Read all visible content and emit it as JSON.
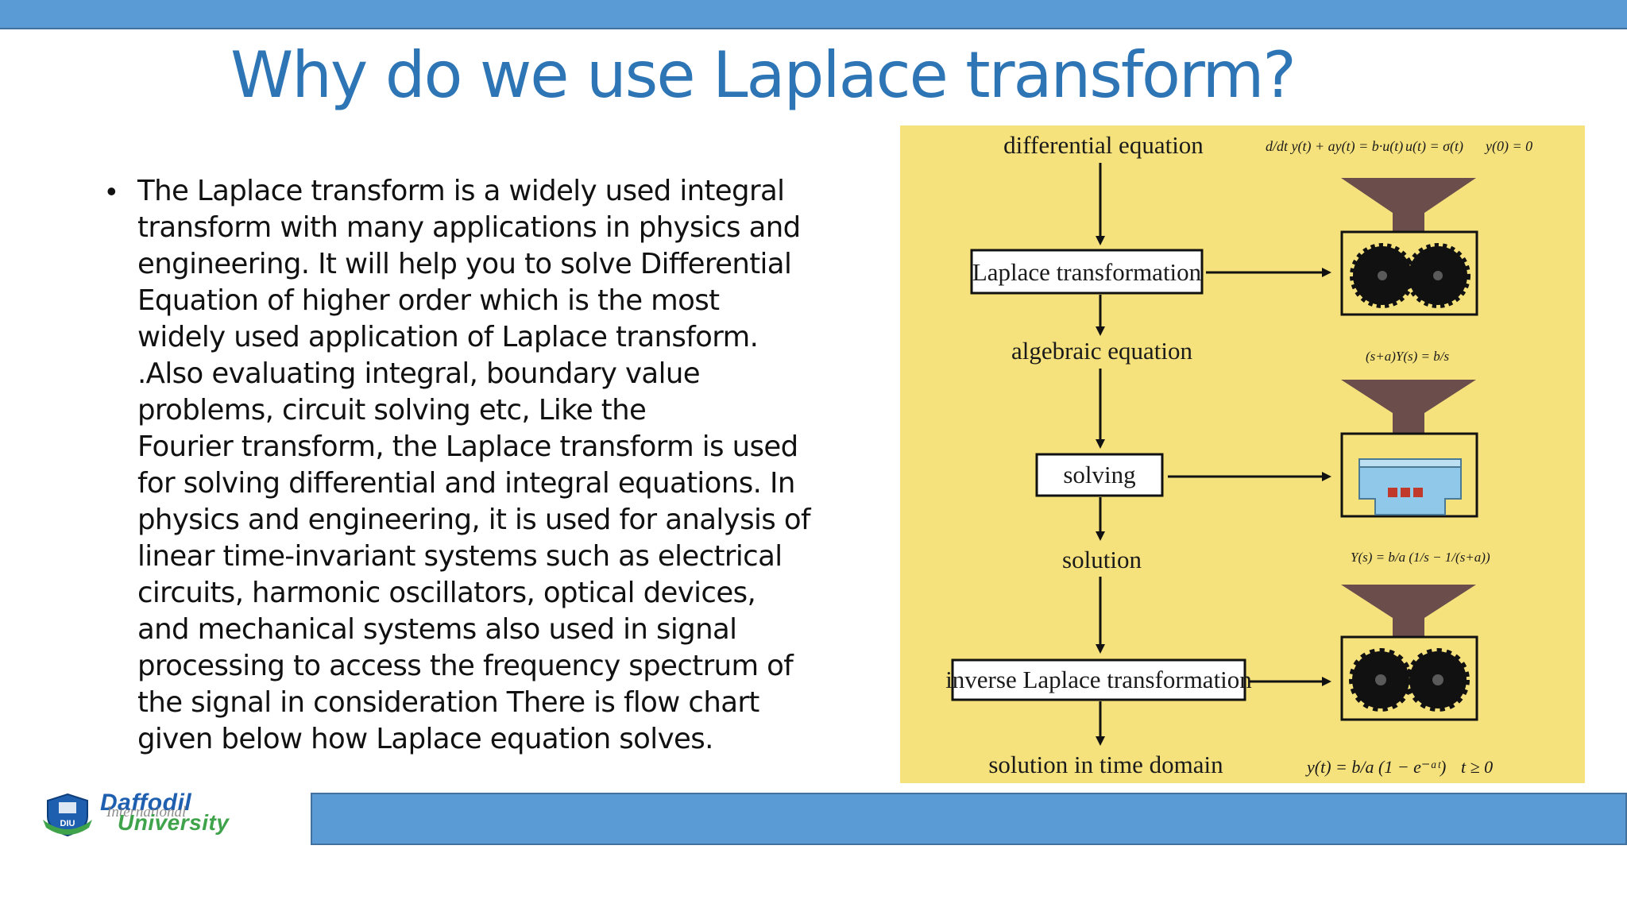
{
  "slide": {
    "title": "Why do we use Laplace transform?",
    "bullet_lines": [
      "The Laplace transform is a widely used integral",
      "transform with many applications in physics and",
      "engineering. It will help you to solve Differential",
      "Equation of higher order which is the most",
      "widely used application of Laplace transform.",
      ".Also evaluating integral, boundary value",
      "problems, circuit solving etc, Like the",
      "Fourier transform, the Laplace transform is used",
      "for solving differential and integral equations. In",
      "physics and engineering, it is used for analysis of",
      "linear time-invariant systems such as electrical",
      "circuits, harmonic oscillators, optical devices,",
      "and mechanical systems also used in signal",
      "processing to access the frequency spectrum of",
      "the signal in consideration There is flow chart",
      "given below how Laplace equation solves."
    ]
  },
  "flowchart": {
    "steps": {
      "differential_equation": "differential equation",
      "laplace_transformation": "Laplace transformation",
      "algebraic_equation": "algebraic equation",
      "solving": "solving",
      "solution": "solution",
      "inverse_laplace_transformation": "inverse Laplace transformation",
      "solution_time_domain": "solution in time domain"
    },
    "equations": {
      "ode": "d/dt y(t) + ay(t) = b·u(t)",
      "input": "u(t) = σ(t)",
      "initial": "y(0) = 0",
      "algebraic": "(s+a)Y(s) = b/s",
      "solution_s": "Y(s) = b/a (1/s − 1/(s+a))",
      "solution_t": "y(t) = b/a (1 − e⁻ᵃᵗ)",
      "condition": "t ≥ 0"
    }
  },
  "logo": {
    "line1": "Daffodil",
    "line2": "International",
    "line3": "University",
    "badge": "DIU"
  },
  "colors": {
    "accent": "#5b9bd5",
    "title": "#2e75b6",
    "flow_bg": "#f6e27c"
  }
}
